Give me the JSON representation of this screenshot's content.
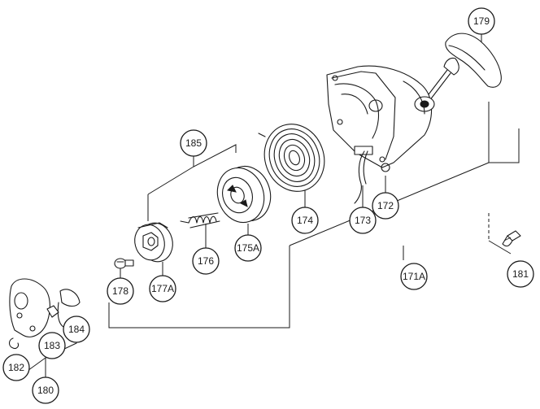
{
  "callouts": {
    "c179": "179",
    "c185": "185",
    "c174": "174",
    "c173": "173",
    "c172": "172",
    "c176": "176",
    "c175a": "175A",
    "c171a": "171A",
    "c181": "181",
    "c178": "178",
    "c177a": "177A",
    "c184": "184",
    "c183": "183",
    "c182": "182",
    "c180": "180"
  }
}
